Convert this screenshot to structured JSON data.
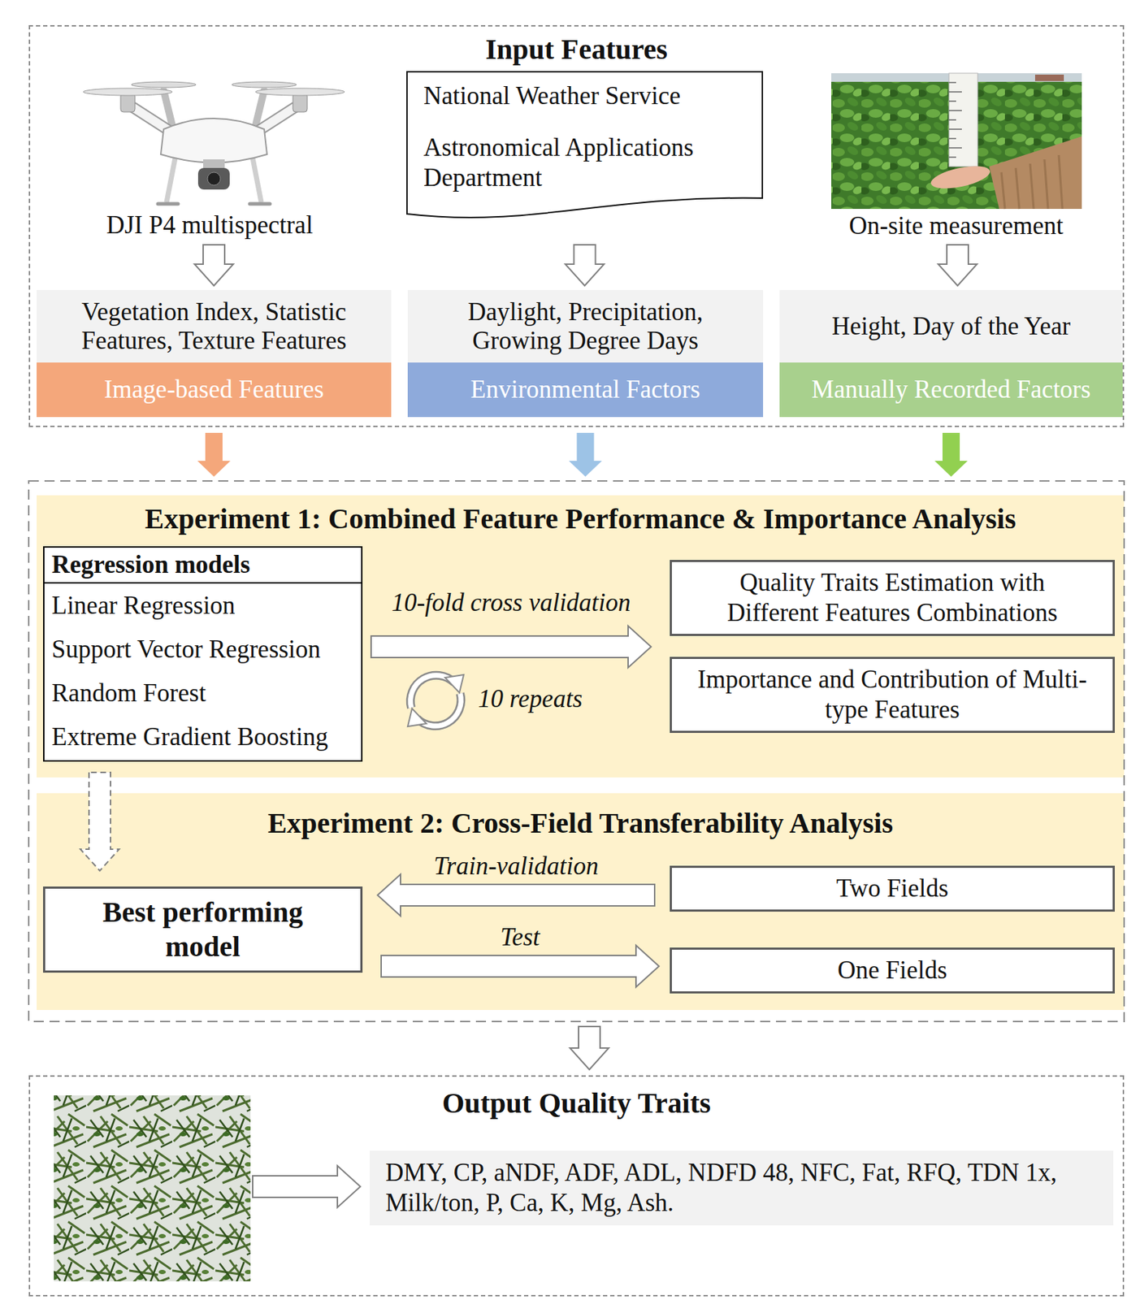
{
  "diagram": {
    "nodes": [
      {
        "text": [
          "Input Features"
        ]
      },
      {
        "text": [
          "National Weather Service",
          "Astronomical Applications Department"
        ],
        "in": 0
      },
      {
        "text": [
          "Vegetation Index, Statistic Features, Texture Features"
        ],
        "in": 0
      },
      {
        "text": [
          "Daylight, Precipitation, Growing Degree Days"
        ],
        "in": 0
      },
      {
        "text": [
          "Height, Day of the Year"
        ],
        "in": 0
      },
      {
        "text": [
          "Image-based Features"
        ],
        "in": 0
      },
      {
        "text": [
          "Environmental Factors"
        ],
        "in": 0
      },
      {
        "text": [
          "Manually Recorded Factors"
        ],
        "in": 0
      },
      {
        "text": [
          "Experiment 1: Combined Feature Performance & Importance Analysis"
        ]
      },
      {
        "text": [
          "Regression models",
          "Linear Regression",
          "Support Vector Regression",
          "Random Forest",
          "Extreme Gradient Boosting"
        ],
        "in": 8
      },
      {
        "text": [
          "Quality Traits Estimation with Different Features Combinations"
        ],
        "in": 8
      },
      {
        "text": [
          "Importance and Contribution of Multi-type Features"
        ],
        "in": 8
      },
      {
        "text": [
          "Experiment 2: Cross-Field Transferability Analysis"
        ]
      },
      {
        "text": [
          "Best performing model"
        ],
        "in": 12
      },
      {
        "text": [
          "Two Fields"
        ],
        "in": 12
      },
      {
        "text": [
          "One Fields"
        ],
        "in": 12
      },
      {
        "text": [
          "Output Quality Traits"
        ]
      },
      {
        "text": [
          "DMY, CP, aNDF, ADF, ADL, NDFD 48, NFC, Fat, RFQ, TDN 1x, Milk/ton, P, Ca, K, Mg, Ash."
        ],
        "in": 16
      }
    ],
    "edges": [
      {
        "from": 1,
        "to": 3,
        "arrow": "to"
      },
      {
        "from": 5,
        "to": 8,
        "arrow": "to"
      },
      {
        "from": 6,
        "to": 8,
        "arrow": "to"
      },
      {
        "from": 7,
        "to": 8,
        "arrow": "to"
      },
      {
        "from": 9,
        "to": 10,
        "label": "10-fold cross validation",
        "arrow": "to"
      },
      {
        "from": 9,
        "to": 13,
        "arrow": "to"
      },
      {
        "from": 14,
        "to": 13,
        "label": "Train-validation",
        "arrow": "to"
      },
      {
        "from": 13,
        "to": 15,
        "label": "Test",
        "arrow": "to"
      },
      {
        "from": 12,
        "to": 16,
        "arrow": "to"
      }
    ],
    "labels": [
      "DJI P4 multispectral",
      "On-site measurement",
      "10 repeats"
    ]
  }
}
